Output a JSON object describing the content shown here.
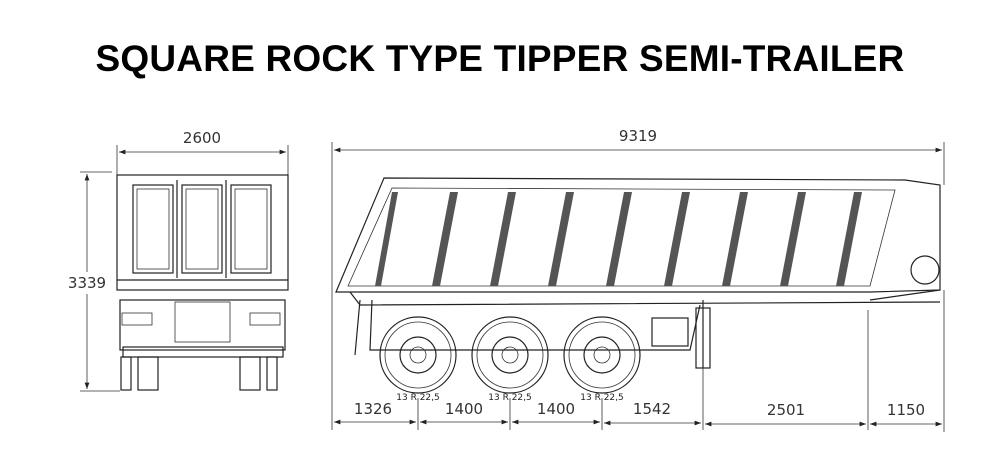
{
  "title": "SQUARE ROCK TYPE TIPPER SEMI-TRAILER",
  "rear_view": {
    "width_dim": "2600",
    "height_dim": "3339"
  },
  "side_view": {
    "length_dim": "9319",
    "bottom_dims": [
      "1326",
      "1400",
      "1400",
      "1542",
      "2501",
      "1150"
    ],
    "tire_labels": [
      "13 R 22,5",
      "13 R 22,5",
      "13 R 22,5"
    ]
  }
}
